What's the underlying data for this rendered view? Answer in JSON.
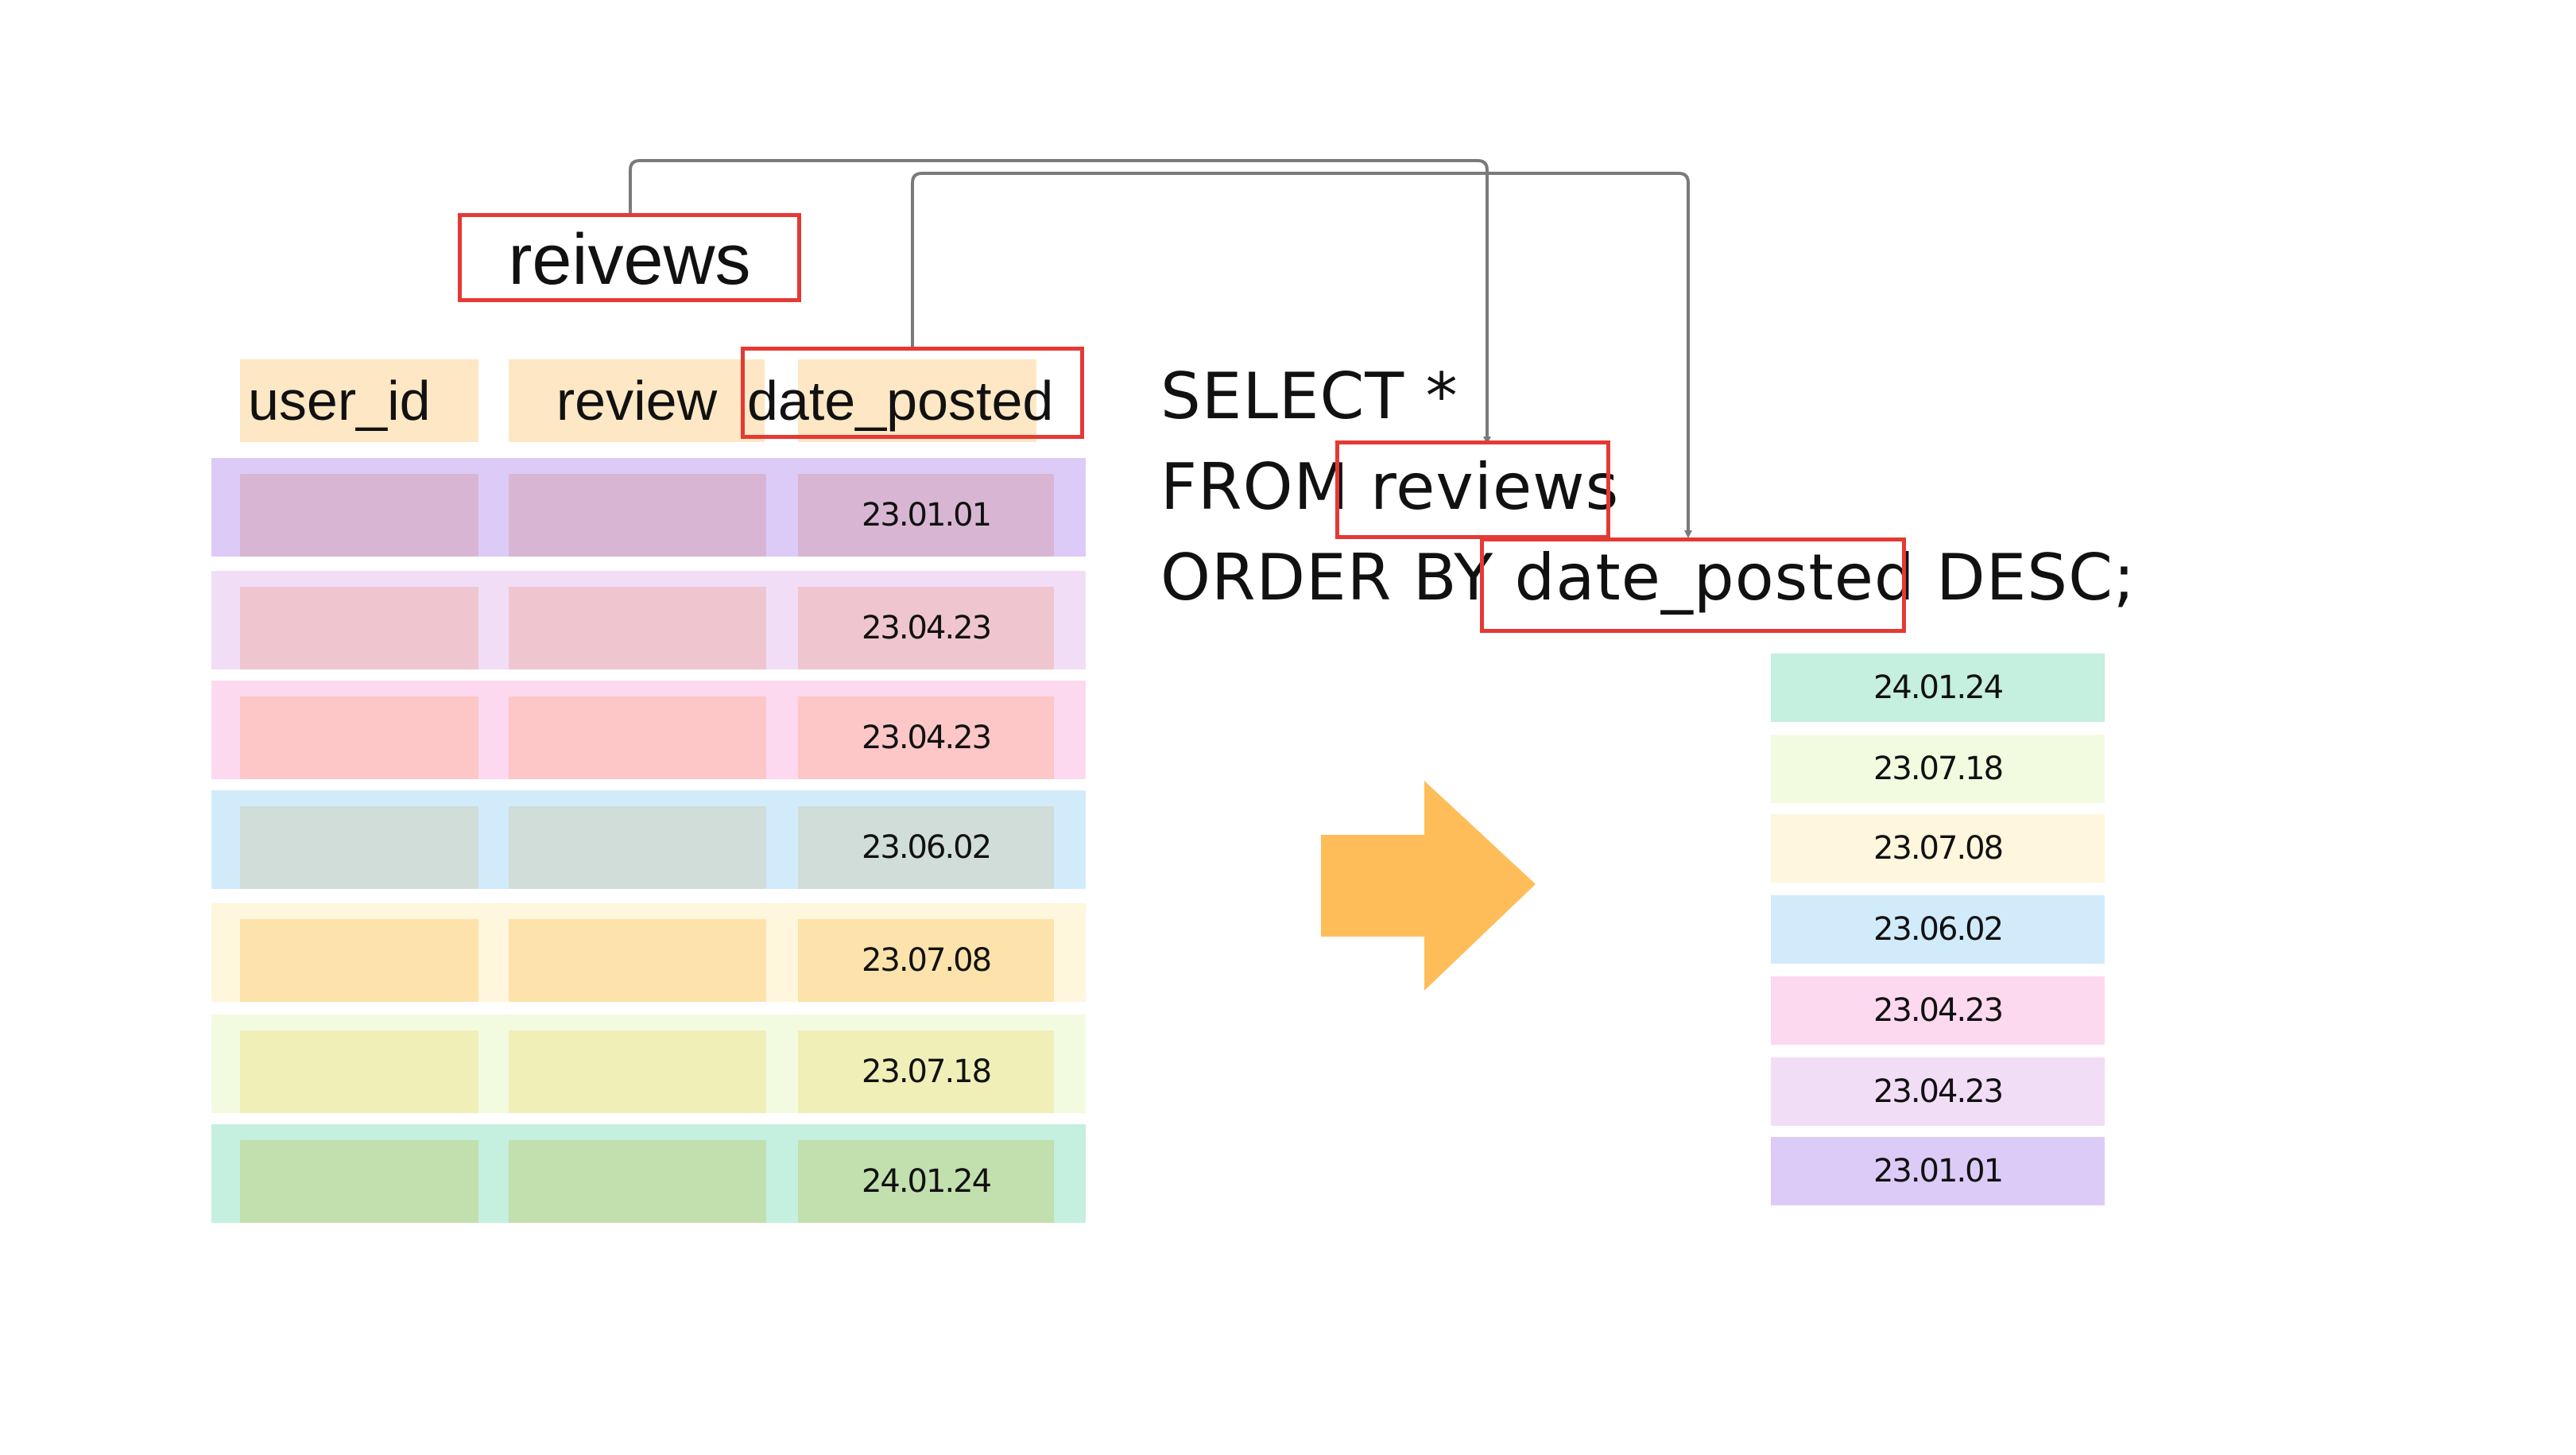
{
  "table_name": "reivews",
  "columns": [
    "user_id",
    "review",
    "date_posted"
  ],
  "source_rows": [
    {
      "date": "23.01.01",
      "row_bg": "#dccbf7",
      "cell_bg": "#d8b6d3"
    },
    {
      "date": "23.04.23",
      "row_bg": "#f2ddf6",
      "cell_bg": "#efc6d0"
    },
    {
      "date": "23.04.23",
      "row_bg": "#fcd9ef",
      "cell_bg": "#fdc6c7"
    },
    {
      "date": "23.06.02",
      "row_bg": "#d1ebfb",
      "cell_bg": "#d0ddd8"
    },
    {
      "date": "23.07.08",
      "row_bg": "#fef6dd",
      "cell_bg": "#fde3ab"
    },
    {
      "date": "23.07.18",
      "row_bg": "#f2fbdf",
      "cell_bg": "#f0efb8"
    },
    {
      "date": "24.01.24",
      "row_bg": "#c5efdf",
      "cell_bg": "#c2dfae"
    }
  ],
  "query": {
    "line1": "SELECT *",
    "line2_kw": "FROM",
    "line2_table": "reviews",
    "line3_kw": "ORDER BY",
    "line3_col": "date_posted",
    "line3_end": "DESC;"
  },
  "result_rows": [
    {
      "date": "24.01.24",
      "bg": "#c5efdf"
    },
    {
      "date": "23.07.18",
      "bg": "#f2fbdf"
    },
    {
      "date": "23.07.08",
      "bg": "#fef6dd"
    },
    {
      "date": "23.06.02",
      "bg": "#d1ebfb"
    },
    {
      "date": "23.04.23",
      "bg": "#fcd9ef"
    },
    {
      "date": "23.04.23",
      "bg": "#f2ddf6"
    },
    {
      "date": "23.01.01",
      "bg": "#dccbf7"
    }
  ],
  "colors": {
    "highlight_border": "#e53935",
    "arrow": "#ffbd59",
    "connector": "#7a7a7a",
    "header_bg": "#fde7c4"
  }
}
